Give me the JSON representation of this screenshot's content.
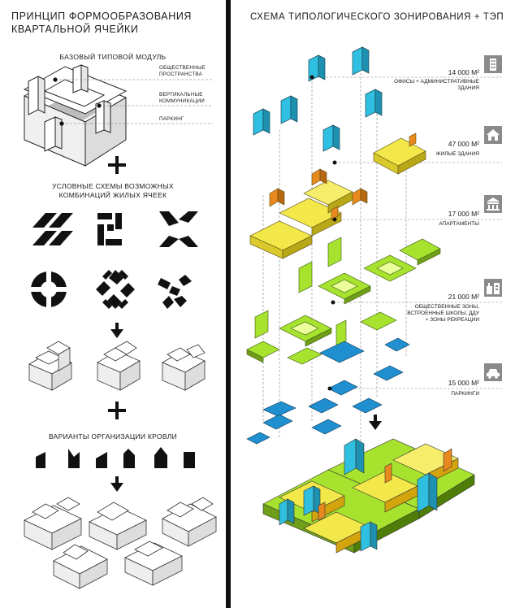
{
  "left": {
    "title_line1": "ПРИНЦИП  ФОРМООБРАЗОВАНИЯ",
    "title_line2": "КВАРТАЛЬНОЙ ЯЧЕЙКИ",
    "base_module_label": "БАЗОВЫЙ ТИПОВОЙ МОДУЛЬ",
    "callouts": {
      "public_line1": "ОБЩЕСТВЕННЫЕ",
      "public_line2": "ПРОСТРАНСТВА",
      "vertical_line1": "ВЕРТИКАЛЬНЫЕ",
      "vertical_line2": "КОММУНИКАЦИИ",
      "parking": "ПАРКИНГ"
    },
    "combinations_line1": "УСЛОВНЫЕ СХЕМЫ ВОЗМОЖНЫХ",
    "combinations_line2": "КОМБИНАЦИЙ ЖИЛЫХ ЯЧЕЕК",
    "roof_label": "ВАРИАНТЫ ОРГАНИЗАЦИИ КРОВЛИ"
  },
  "right": {
    "title": "СХЕМА ТИПОЛОГИЧЕСКОГО ЗОНИРОВАНИЯ + ТЭП",
    "zones": [
      {
        "value": "14 000 М²",
        "desc_line1": "ОФИСЫ + АДМИНИСТРАТИВНЫЕ",
        "desc_line2": "ЗДАНИЯ",
        "icon": "office-building-icon",
        "color": "#29b6d6"
      },
      {
        "value": "47 000 М²",
        "desc_line1": "ЖИЛЫЕ ЗДАНИЯ",
        "desc_line2": "",
        "icon": "house-icon",
        "color": "#f2e84a"
      },
      {
        "value": "17 000 М²",
        "desc_line1": "АПАРТАМЕНТЫ",
        "desc_line2": "",
        "icon": "columns-building-icon",
        "color": "#e8891e"
      },
      {
        "value": "21 000 М²",
        "desc_line1": "ОБЩЕСТВЕННЫЕ ЗОНЫ,",
        "desc_line2": "ВСТРОЕННЫЕ ШКОЛЫ, ДДУ",
        "desc_line3": "+ ЗОНЫ РЕКРЕАЦИИ",
        "icon": "public-buildings-icon",
        "color": "#a6e22e"
      },
      {
        "value": "15 000 М²",
        "desc_line1": "ПАРКИНГИ",
        "desc_line2": "",
        "icon": "car-icon",
        "color": "#1f8fd0"
      }
    ]
  }
}
